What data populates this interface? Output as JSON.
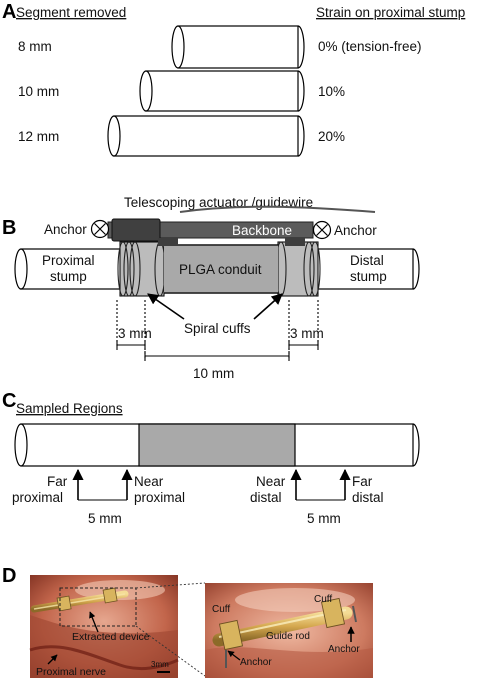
{
  "panels": {
    "a": "A",
    "b": "B",
    "c": "C",
    "d": "D"
  },
  "panel_a": {
    "header_left": "Segment removed",
    "header_right": "Strain on proximal stump",
    "rows": [
      {
        "segment": "8 mm",
        "strain": "0% (tension-free)"
      },
      {
        "segment": "10 mm",
        "strain": "10%"
      },
      {
        "segment": "12 mm",
        "strain": "20%"
      }
    ]
  },
  "panel_b": {
    "actuator": "Telescoping actuator /guidewire",
    "anchor_left": "Anchor",
    "anchor_right": "Anchor",
    "backbone": "Backbone",
    "conduit": "PLGA conduit",
    "proximal_stump": [
      "Proximal",
      "stump"
    ],
    "distal_stump": [
      "Distal",
      "stump"
    ],
    "cuffs": "Spiral cuffs",
    "dim_left": "3 mm",
    "dim_right": "3 mm",
    "dim_span": "10 mm"
  },
  "panel_c": {
    "title": "Sampled Regions",
    "far_proximal": [
      "Far",
      "proximal"
    ],
    "near_proximal": [
      "Near",
      "proximal"
    ],
    "near_distal": [
      "Near",
      "distal"
    ],
    "far_distal": [
      "Far",
      "distal"
    ],
    "dim_left": "5 mm",
    "dim_right": "5 mm"
  },
  "panel_d": {
    "extracted_device": "Extracted device",
    "proximal_nerve": "Proximal nerve",
    "scale": "3mm",
    "cuff_left": "Cuff",
    "cuff_right": "Cuff",
    "guide_rod": "Guide rod",
    "anchor_left": "Anchor",
    "anchor_right": "Anchor"
  },
  "colors": {
    "conduit": "#a9a9a9",
    "backbone": "#5b5b5b",
    "tissue": "#c46a52",
    "device": "#d9b25a"
  }
}
